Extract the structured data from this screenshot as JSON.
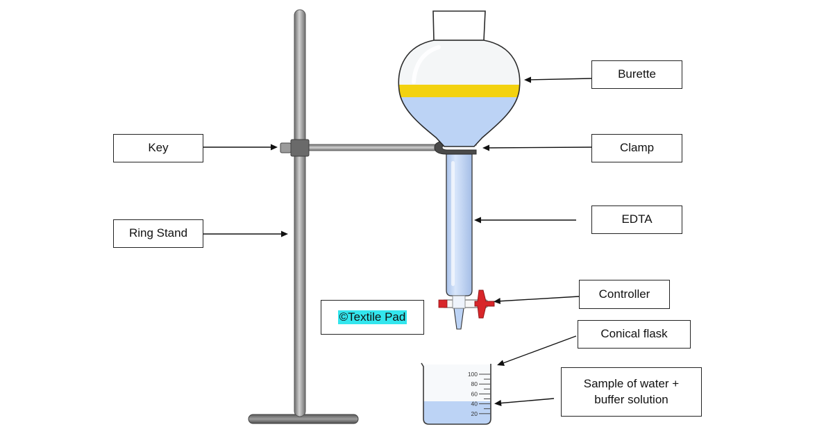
{
  "labels": {
    "burette": "Burette",
    "key": "Key",
    "clamp": "Clamp",
    "ring_stand": "Ring Stand",
    "edta": "EDTA",
    "controller": "Controller",
    "conical_flask": "Conical flask",
    "sample_line1": "Sample of water +",
    "sample_line2": "buffer solution"
  },
  "credit": "©Textile Pad",
  "beaker_scale": [
    "100",
    "80",
    "60",
    "40",
    "20"
  ],
  "colors": {
    "liquid": "#bcd3f5",
    "indicator_band": "#f3d20f",
    "stopcock_red": "#d8262a",
    "stand_gray": "#8f8f8f",
    "credit_highlight": "#33e6ee"
  }
}
